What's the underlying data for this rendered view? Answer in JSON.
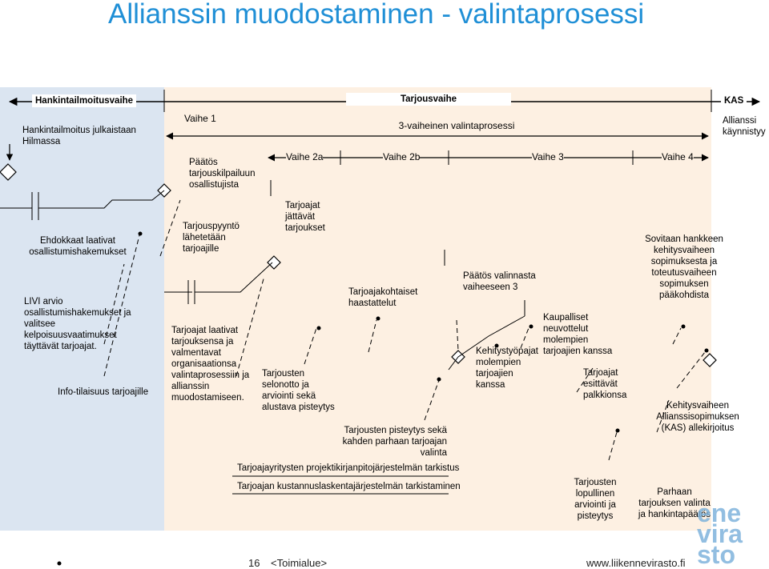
{
  "title": "Allianssin muodostaminen - valintaprosessi",
  "phases": {
    "hankinta": "Hankintailmoitusvaihe",
    "tarjous": "Tarjousvaihe",
    "kas": "KAS",
    "kas_sub": "Allianssi käynnistyy",
    "vaihe1": "Vaihe 1",
    "kolmivaiheinen": "3-vaiheinen valintaprosessi",
    "vaihe2a": "Vaihe 2a",
    "vaihe2b": "Vaihe 2b",
    "vaihe3": "Vaihe 3",
    "vaihe4": "Vaihe 4"
  },
  "left": {
    "julkaistaan": "Hankintailmoitus julkaistaan Hilmassa",
    "ehdokkaat": "Ehdokkaat laativat osallistumishakemukset",
    "livi": "LIVI arvio osallistumishakemukset ja valitsee kelpoisuusvaatimukset täyttävät tarjoajat.",
    "info": "Info-tilaisuus tarjoajille"
  },
  "vaihe1": {
    "paatos": "Päätös tarjouskilpailuun osallistujista",
    "pyynto": "Tarjouspyyntö lähetetään tarjoajille",
    "laativat": "Tarjoajat laativat tarjouksensa ja valmentavat organisaationsa valintaprosessiin ja allianssin muodostamiseen."
  },
  "vaihe2": {
    "jattavat": "Tarjoajat jättävät tarjoukset",
    "selonotto": "Tarjousten selonotto ja arviointi sekä alustava pisteytys",
    "haastattelut": "Tarjoajakohtaiset haastattelut",
    "pisteytys": "Tarjousten pisteytys sekä kahden parhaan tarjoajan valinta"
  },
  "vaihe3": {
    "paatos": "Päätös valinnasta vaiheeseen 3",
    "kehitys": "Kehitystyöpajat molempien tarjoajien kanssa",
    "kaupalliset": "Kaupalliset neuvottelut molempien tarjoajien kanssa",
    "palkkio": "Tarjoajat esittävät palkkionsa",
    "lopullinen": "Tarjousten lopullinen arviointi ja pisteytys"
  },
  "vaihe4": {
    "sovitaan": "Sovitaan hankkeen kehitysvaiheen sopimuksesta ja toteutusvaiheen sopimuksen pääkohdista",
    "kas": "Kehitysvaiheen Allianssisopimuksen (KAS) allekirjoitus",
    "parhaan": "Parhaan tarjouksen valinta ja hankintapäätös"
  },
  "checks": {
    "projektinhallinta": "Tarjoajayritysten projektikirjanpitojärjestelmän tarkistus",
    "kustannus": "Tarjoajan kustannuslaskentajärjestelmän tarkistaminen"
  },
  "footer": {
    "page": "16",
    "area": "<Toimialue>",
    "url": "www.liikennevirasto.fi"
  },
  "logo_text": "liikennevirasto",
  "colors": {
    "title": "#1f8fd6",
    "left_panel": "#dbe5f1",
    "main_panel": "#fdf0e2"
  }
}
